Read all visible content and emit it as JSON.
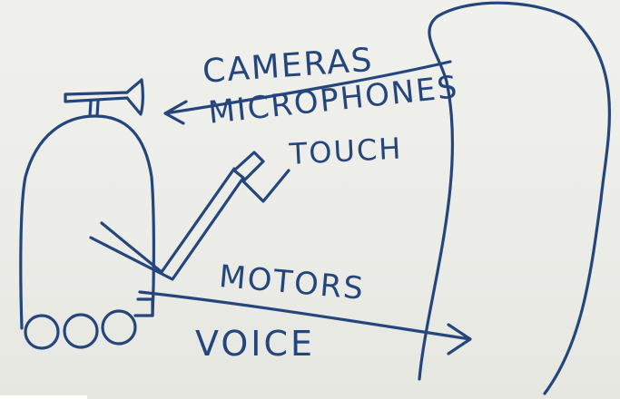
{
  "diagram": {
    "labels": {
      "cameras": "CAMERAS",
      "microphones": "MICROPHONES",
      "touch": "TOUCH",
      "motors": "MOTORS",
      "voice": "VOICE"
    },
    "colors": {
      "ink": "#24467c",
      "board": "#ececE8"
    }
  }
}
